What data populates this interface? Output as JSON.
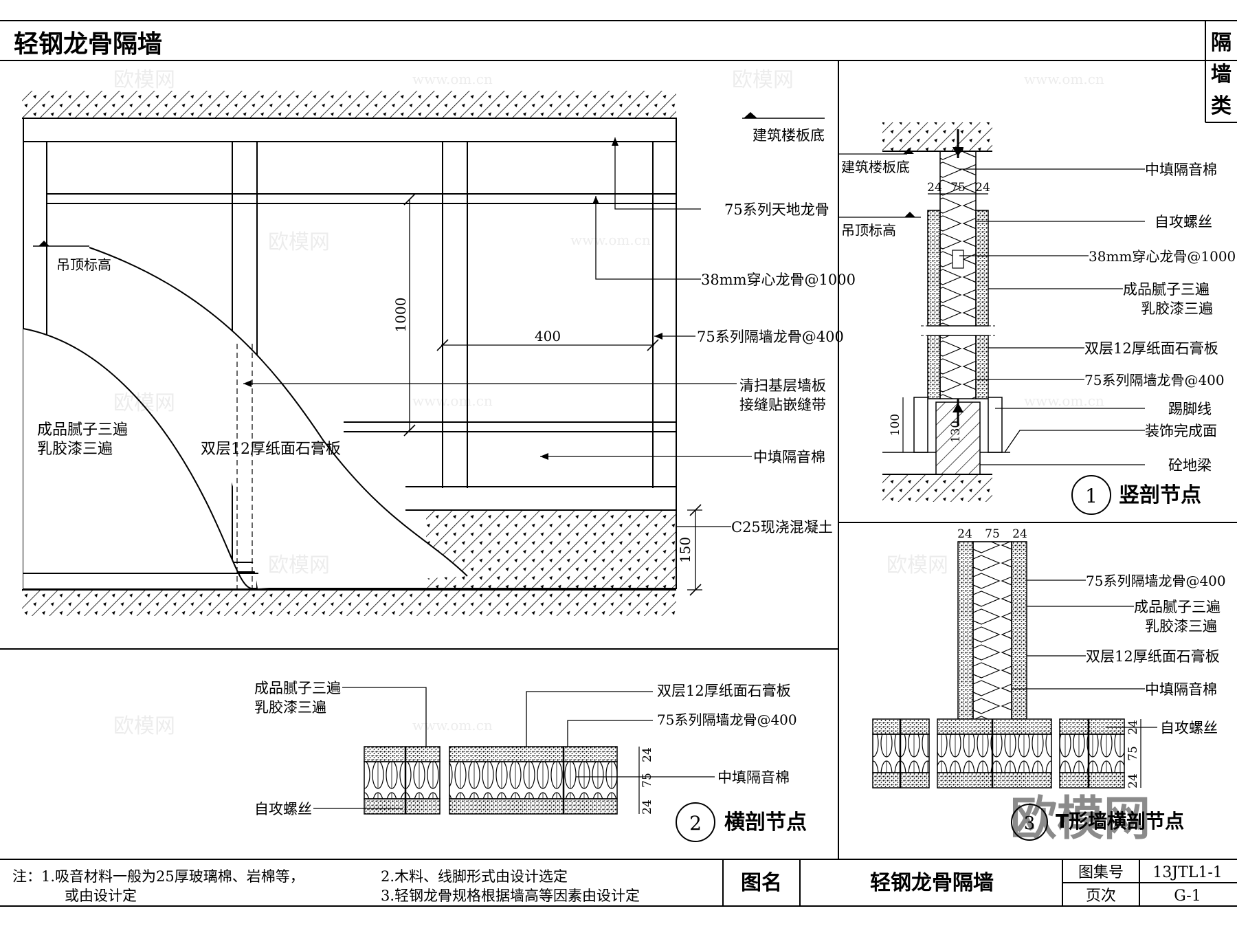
{
  "header": {
    "title": "轻钢龙骨隔墙",
    "category": [
      "隔",
      "墙",
      "类"
    ]
  },
  "main_elevation": {
    "labels": {
      "floor_slab_bottom": "建筑楼板底",
      "ceiling_level": "吊顶标高",
      "track": "75系列天地龙骨",
      "channel": "38mm穿心龙骨@1000",
      "stud": "75系列隔墙龙骨@400",
      "clean_1": "清扫基层墙板",
      "clean_2": "接缝贴嵌缝带",
      "insulation": "中填隔音棉",
      "concrete": "C25现浇混凝土",
      "paint_1": "成品腻子三遍",
      "paint_2": "乳胶漆三遍",
      "board": "双层12厚纸面石膏板"
    },
    "dims": {
      "spacing_v": "1000",
      "spacing_h": "400",
      "curb_h": "150"
    }
  },
  "vertical_section": {
    "labels": {
      "floor_slab_bottom": "建筑楼板底",
      "ceiling_level": "吊顶标高",
      "insulation": "中填隔音棉",
      "screw": "自攻螺丝",
      "channel": "38mm穿心龙骨@1000",
      "paint_1": "成品腻子三遍",
      "paint_2": "乳胶漆三遍",
      "board": "双层12厚纸面石膏板",
      "stud": "75系列隔墙龙骨@400",
      "skirting": "踢脚线",
      "finish": "装饰完成面",
      "curb": "砼地梁"
    },
    "dims": {
      "d24a": "24",
      "d75": "75",
      "d24b": "24",
      "d100": "100",
      "d130": "130"
    },
    "node_no": "1",
    "node_title": "竖剖节点"
  },
  "horizontal_section": {
    "labels": {
      "paint_1": "成品腻子三遍",
      "paint_2": "乳胶漆三遍",
      "board": "双层12厚纸面石膏板",
      "stud": "75系列隔墙龙骨@400",
      "insulation": "中填隔音棉",
      "screw": "自攻螺丝"
    },
    "dims": {
      "d24a": "24",
      "d75": "75",
      "d24b": "24"
    },
    "node_no": "2",
    "node_title": "横剖节点"
  },
  "corner_section": {
    "labels": {
      "stud": "75系列隔墙龙骨@400",
      "paint_1": "成品腻子三遍",
      "paint_2": "乳胶漆三遍",
      "board": "双层12厚纸面石膏板",
      "insulation": "中填隔音棉",
      "screw": "自攻螺丝"
    },
    "dims": {
      "d24a": "24",
      "d75": "75",
      "d24b": "24"
    },
    "node_no": "3",
    "node_title": "T形墙横剖节点"
  },
  "notes": {
    "n1": "注：1.吸音材料一般为25厚玻璃棉、岩棉等，",
    "n1b": "或由设计定",
    "n2": "2.木料、线脚形式由设计选定",
    "n3": "3.轻钢龙骨规格根据墙高等因素由设计定"
  },
  "title_block": {
    "drawing_name_label": "图名",
    "drawing_name": "轻钢龙骨隔墙",
    "atlas_no_label": "图集号",
    "atlas_no": "13JTL1-1",
    "page_label": "页次",
    "page": "G-1"
  },
  "watermark": {
    "brand": "欧模网",
    "url": "www.om.cn"
  }
}
